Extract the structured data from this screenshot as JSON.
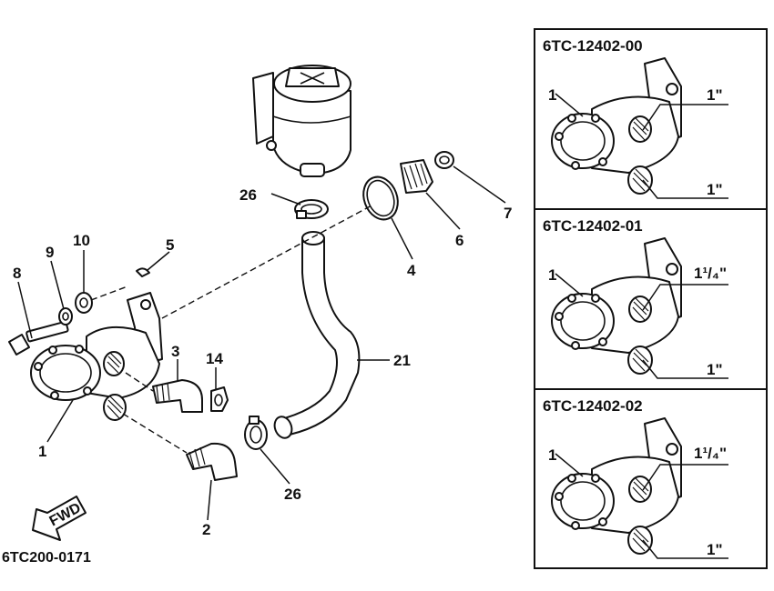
{
  "diagram": {
    "reference_code": "6TC200-0171",
    "fwd_label": "FWD",
    "callouts": {
      "c1": "1",
      "c2": "2",
      "c3": "3",
      "c4": "4",
      "c5": "5",
      "c6": "6",
      "c7": "7",
      "c8": "8",
      "c9": "9",
      "c10": "10",
      "c14": "14",
      "c21": "21",
      "c26a": "26",
      "c26b": "26"
    }
  },
  "variants": [
    {
      "code": "6TC-12402-00",
      "part": "1",
      "outlet_size": "1\"",
      "inlet_size": "1\""
    },
    {
      "code": "6TC-12402-01",
      "part": "1",
      "outlet_size": "1¹/₄\"",
      "inlet_size": "1\""
    },
    {
      "code": "6TC-12402-02",
      "part": "1",
      "outlet_size": "1¹/₄\"",
      "inlet_size": "1\""
    }
  ]
}
